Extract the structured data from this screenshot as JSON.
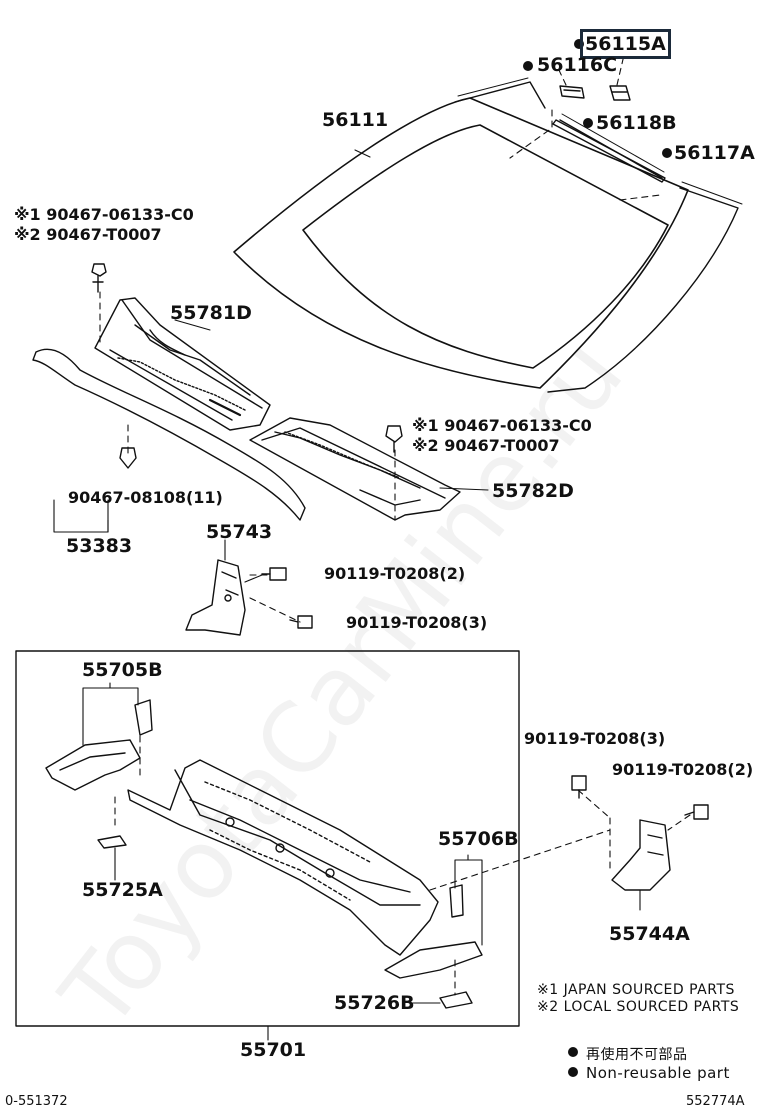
{
  "labels": {
    "p56115A": "56115A",
    "p56116C": "56116C",
    "p56111": "56111",
    "p56118B": "56118B",
    "p56117A": "56117A",
    "clipA1": "※1 90467-06133-C0",
    "clipA2": "※2 90467-T0007",
    "p55781D": "55781D",
    "clipB1": "※1 90467-06133-C0",
    "clipB2": "※2 90467-T0007",
    "p55782D": "55782D",
    "p90467_08108": "90467-08108(11)",
    "p53383": "53383",
    "p55743": "55743",
    "bolt1": "90119-T0208(2)",
    "bolt2": "90119-T0208(3)",
    "p55705B": "55705B",
    "p55706B": "55706B",
    "p55725A": "55725A",
    "p55726B": "55726B",
    "p55701": "55701",
    "bolt3": "90119-T0208(3)",
    "bolt4": "90119-T0208(2)",
    "p55744A": "55744A"
  },
  "notes": {
    "japan": "※1 JAPAN SOURCED PARTS",
    "local": "※2 LOCAL SOURCED PARTS",
    "nonreuse_jp": "再使用不可部品",
    "nonreuse_en": "Non-reusable part"
  },
  "footer": {
    "left": "0-551372",
    "right": "552774A"
  },
  "watermark": "ToyotaCarMine.ru"
}
